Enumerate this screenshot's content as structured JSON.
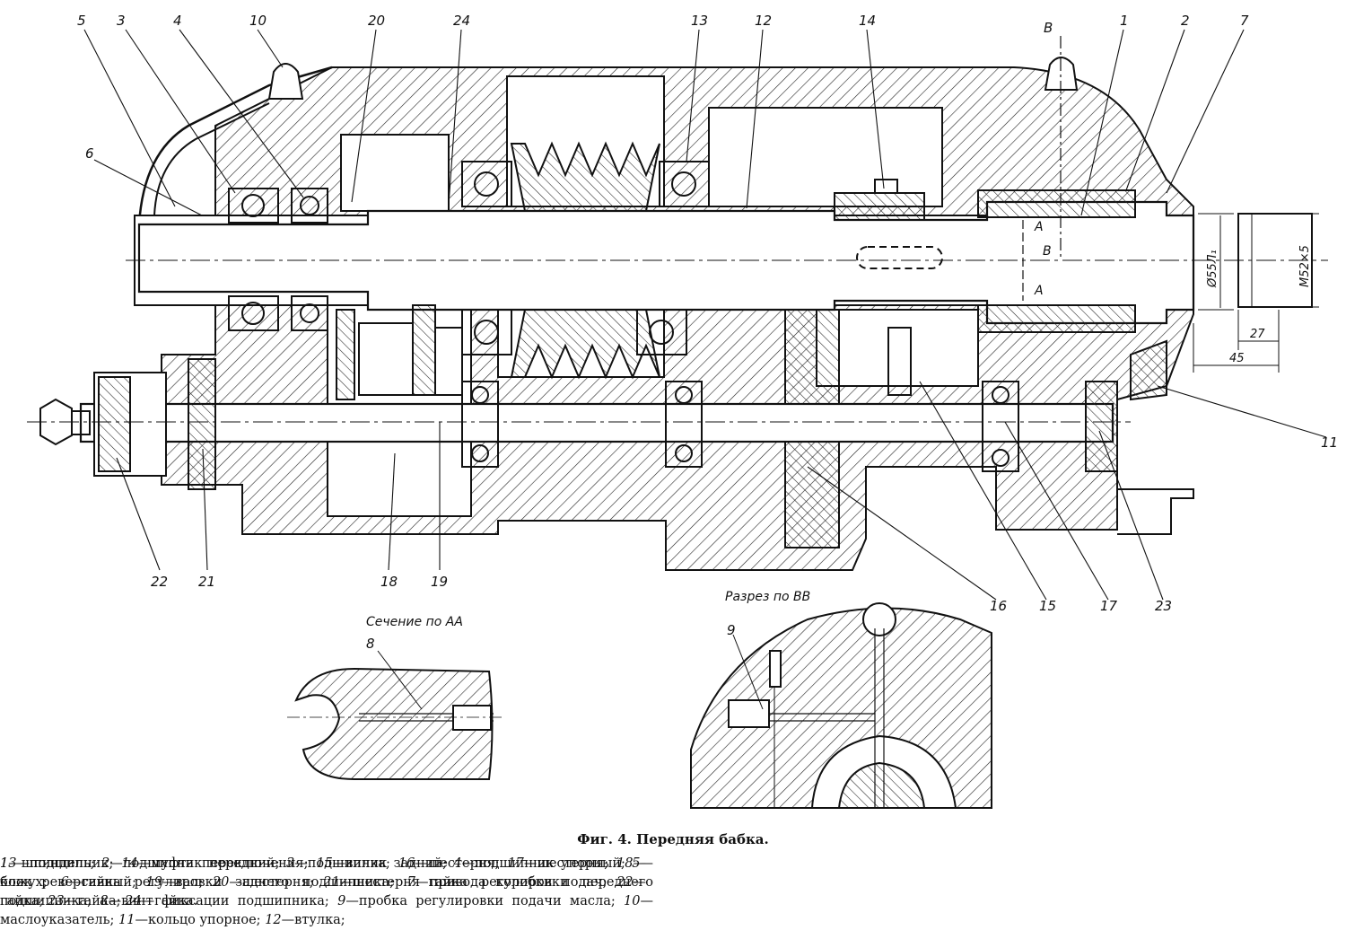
{
  "callouts_top": [
    "5",
    "3",
    "4",
    "10",
    "20",
    "24",
    "13",
    "12",
    "14",
    "В",
    "1",
    "2",
    "7"
  ],
  "callouts_side": [
    "6",
    "11"
  ],
  "callouts_bottom": [
    "22",
    "21",
    "18",
    "19",
    "16",
    "15",
    "17",
    "23"
  ],
  "section_aa": {
    "title": "Сечение по АА",
    "callout": "8"
  },
  "section_bb": {
    "title": "Разрез по ВВ",
    "callout": "9"
  },
  "cut_marks": [
    "А",
    "В",
    "А"
  ],
  "dimensions": {
    "diameter": "Ø55Л₁",
    "thread": "М52×5",
    "d27": "27",
    "d45": "45"
  },
  "caption": "Фиг. 4. Передняя бабка.",
  "legend": {
    "left": [
      {
        "num": "1",
        "text": "—шпиндель; "
      },
      {
        "num": "2",
        "text": "—подшипник передний; "
      },
      {
        "num": "3",
        "text": "—подшипник задний; "
      },
      {
        "num": "4",
        "text": "—подшипник упорный; "
      },
      {
        "num": "5",
        "text": "—кожух; "
      },
      {
        "num": "6",
        "text": "—гайка регулировки заднего подшипника; "
      },
      {
        "num": "7",
        "text": "—гайка регулировки переднего подшипника; "
      },
      {
        "num": "8",
        "text": "—винт фиксации подшипника; "
      },
      {
        "num": "9",
        "text": "—пробка регулировки подачи масла; "
      },
      {
        "num": "10",
        "text": "—маслоуказатель; "
      },
      {
        "num": "11",
        "text": "—кольцо упорное; "
      },
      {
        "num": "12",
        "text": "—втулка;"
      }
    ],
    "right": [
      {
        "num": "13",
        "text": "—подшипник; "
      },
      {
        "num": "14",
        "text": "—муфта переключения; "
      },
      {
        "num": "15",
        "text": "—вилка; "
      },
      {
        "num": "16",
        "text": "—шестерня; "
      },
      {
        "num": "17",
        "text": "—шестерня; "
      },
      {
        "num": "18",
        "text": "—блок реверсивный; "
      },
      {
        "num": "19",
        "text": "—вал; "
      },
      {
        "num": "20",
        "text": "—шестерня; "
      },
      {
        "num": "21",
        "text": "—шестерня привода коробки подач; "
      },
      {
        "num": "22",
        "text": "—гайка; "
      },
      {
        "num": "23",
        "text": "—гайка; "
      },
      {
        "num": "24",
        "text": "—гайка."
      }
    ]
  }
}
